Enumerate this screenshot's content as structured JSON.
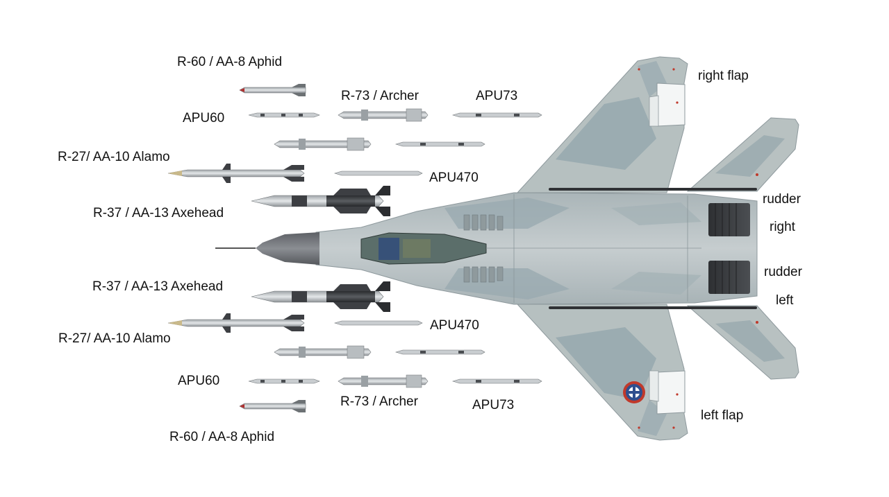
{
  "labels": {
    "r60_top": "R-60 / AA-8 Aphid",
    "apu60_top": "APU60",
    "r73_top": "R-73 / Archer",
    "apu73_top": "APU73",
    "r27_top": "R-27/ AA-10 Alamo",
    "apu470_top": "APU470",
    "r37_top": "R-37 / AA-13 Axehead",
    "r37_bottom": "R-37 / AA-13 Axehead",
    "r27_bottom": "R-27/ AA-10 Alamo",
    "apu470_bottom": "APU470",
    "apu60_bottom": "APU60",
    "r73_bottom": "R-73 / Archer",
    "apu73_bottom": "APU73",
    "r60_bottom": "R-60 / AA-8 Aphid",
    "right_flap": "right flap",
    "rudder_top": "rudder",
    "right": "right",
    "rudder_bottom": "rudder",
    "left": "left",
    "left_flap": "left flap"
  },
  "colors": {
    "camo_light": "#b9c3c2",
    "camo_mid": "#9aaab0",
    "camo_dark": "#8fa0a8",
    "radome": "#6b6e73",
    "missile_body": "#cfd3d6",
    "missile_dark": "#3d3f43",
    "roundel_red": "#c0392b",
    "roundel_blue": "#2f4f8f"
  }
}
